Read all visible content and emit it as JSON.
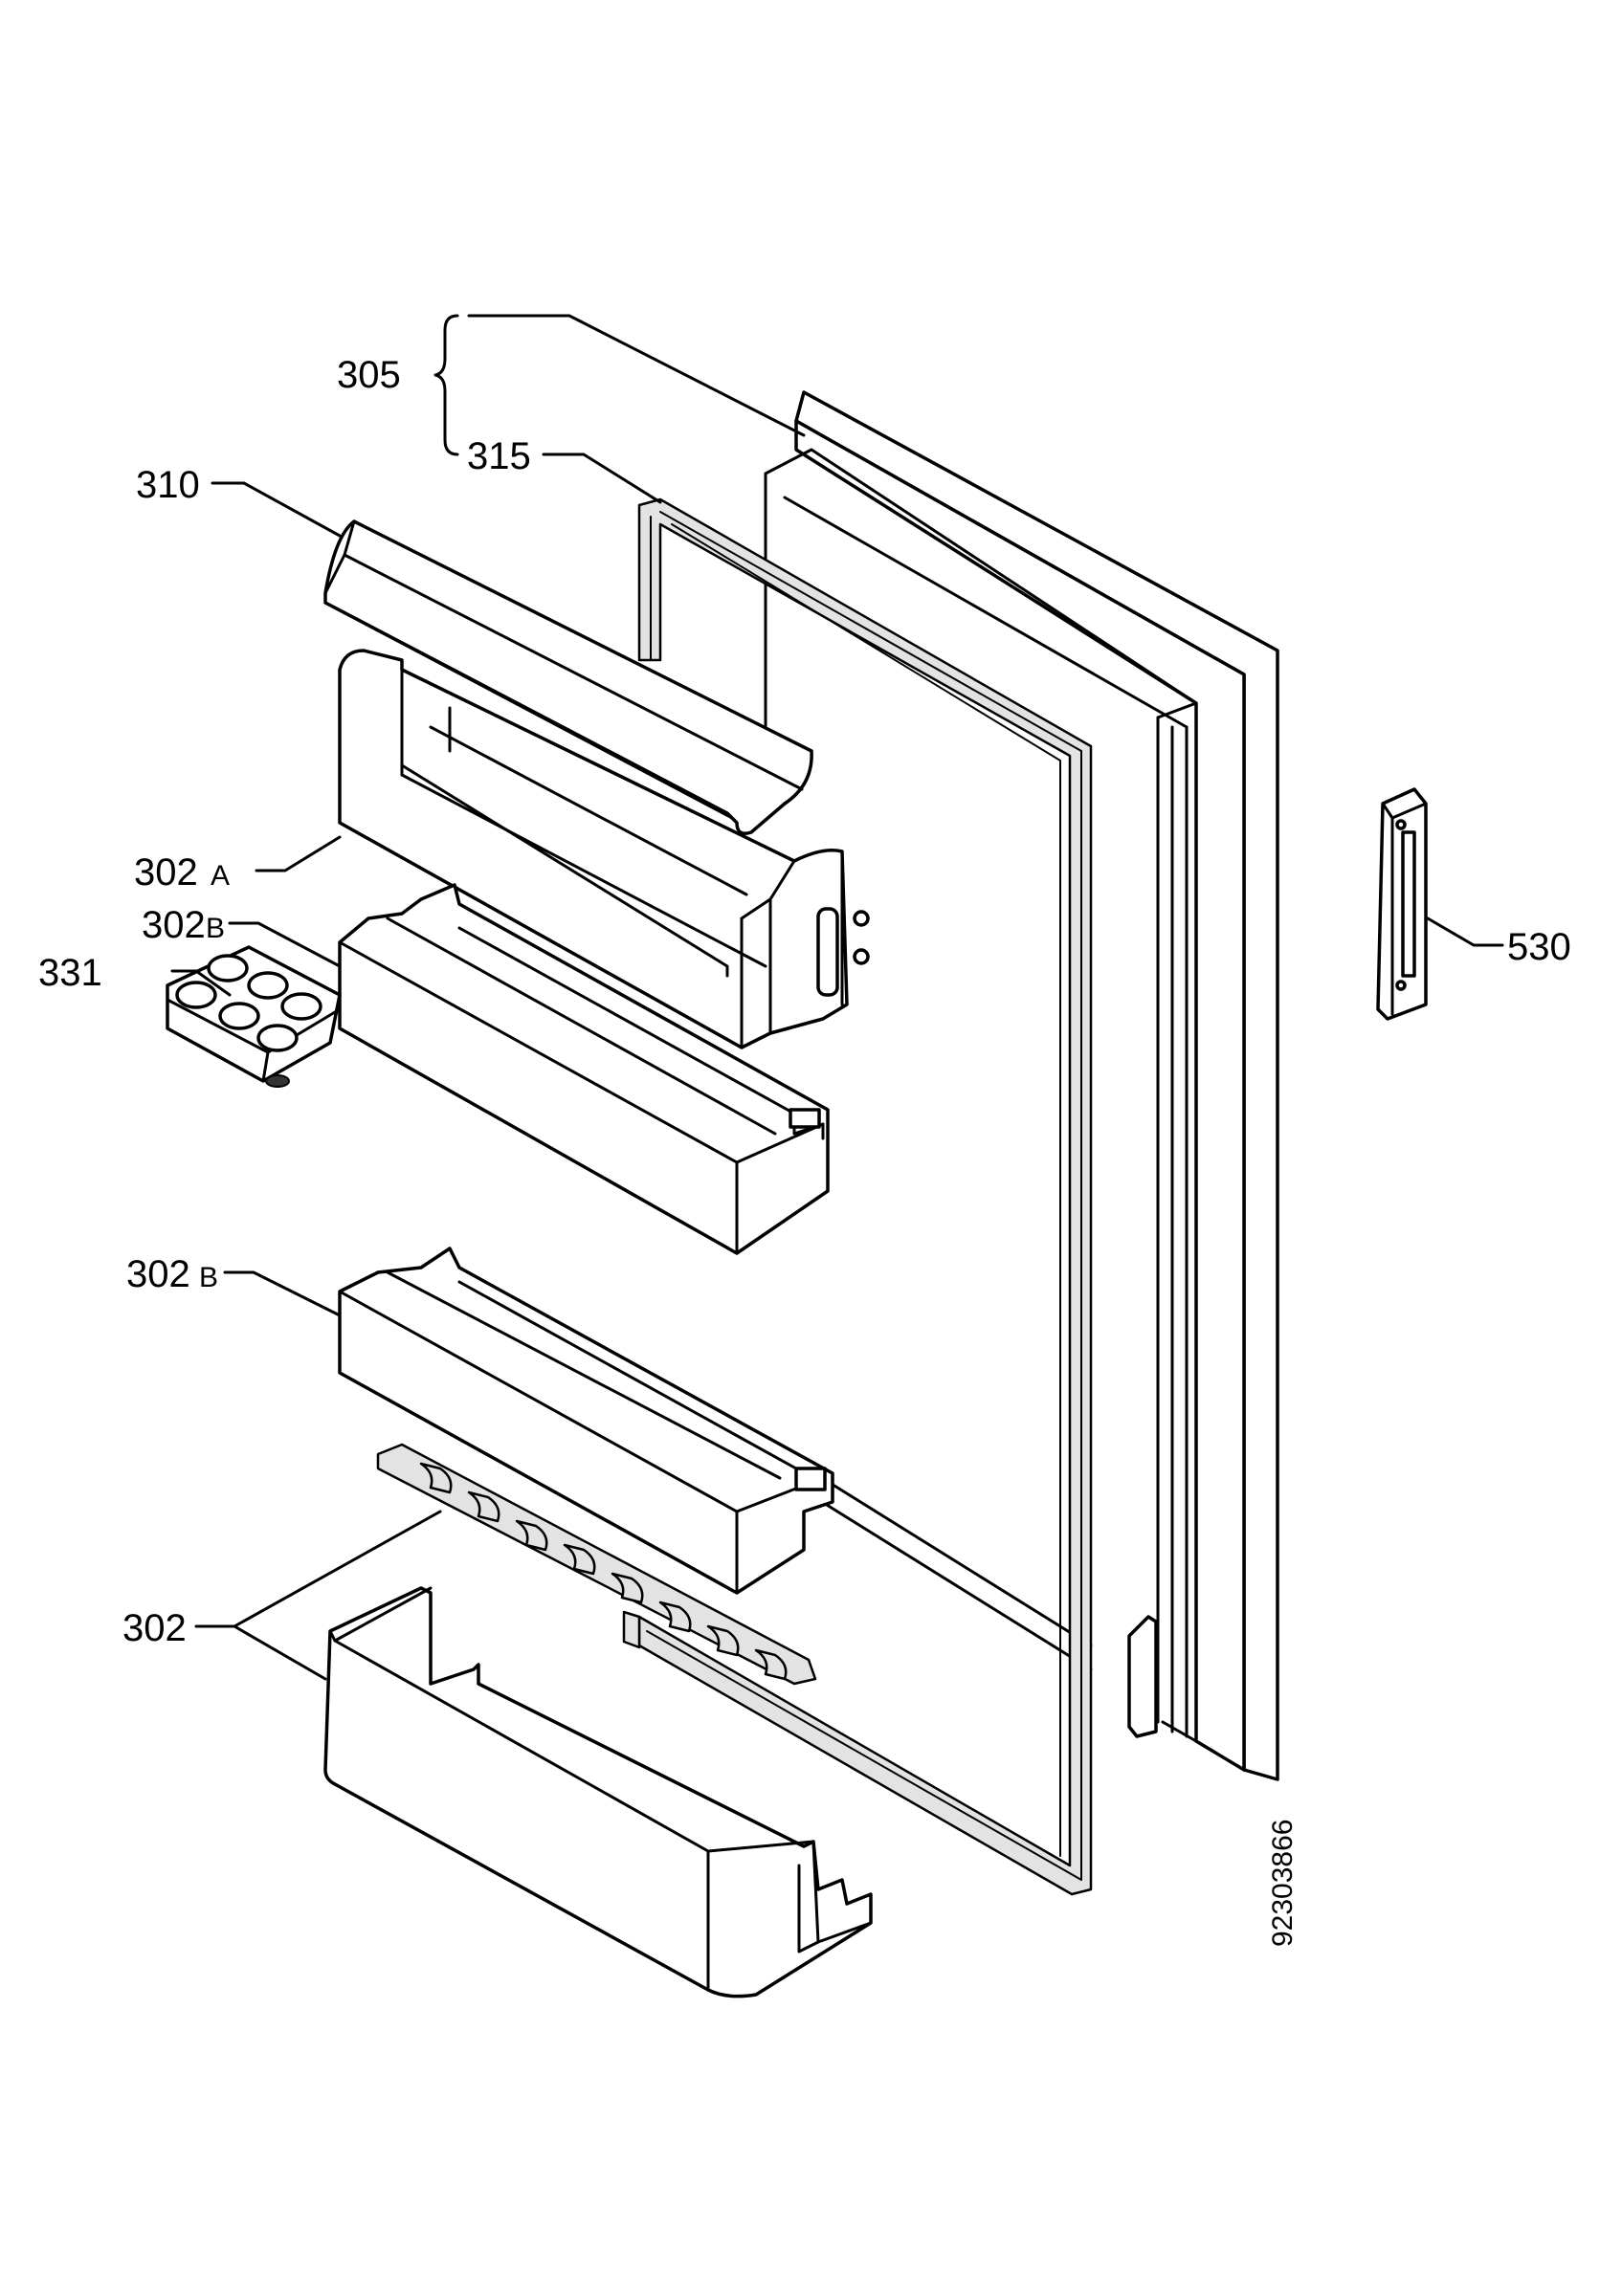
{
  "diagram": {
    "labels": {
      "door_assembly": "305",
      "gasket": "315",
      "flap": "310",
      "upper_bin": "302",
      "upper_bin_suffix": "A",
      "middle_shelf": "302",
      "middle_shelf_suffix": "B",
      "lower_shelf": "302",
      "lower_shelf_suffix": "B",
      "egg_tray": "331",
      "bottle_bin": "302",
      "handle": "530"
    },
    "drawing_number": "92303866"
  }
}
